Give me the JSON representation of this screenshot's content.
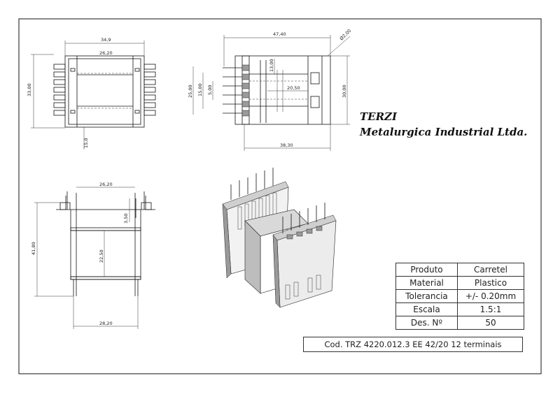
{
  "company": {
    "name": "TERZI",
    "subtitle": "Metalurgica Industrial Ltda."
  },
  "title_block": {
    "rows": [
      {
        "label": "Produto",
        "value": "Carretel"
      },
      {
        "label": "Material",
        "value": "Plastico"
      },
      {
        "label": "Tolerancia",
        "value": "+/-  0.20mm"
      },
      {
        "label": "Escala",
        "value": "1.5:1"
      },
      {
        "label": "Des. Nº",
        "value": "50"
      }
    ],
    "code": "Cod. TRZ 4220.012.3  EE 42/20 12 terminais"
  },
  "dimensions": {
    "top_left": {
      "overall_width": "34,9",
      "inner_width": "26,20",
      "height": "33,00",
      "bottom": "15,0"
    },
    "top_right": {
      "overall_width": "47,40",
      "diameter": "Ø2,00",
      "h25": "25,00",
      "h15": "15,00",
      "h5": "5,00",
      "h13": "13,00",
      "w20": "20,50",
      "h30": "30,00",
      "w38": "38,30"
    },
    "bottom_left": {
      "inner_width": "26,20",
      "pin": "3,50",
      "height": "41,80",
      "inner_height": "22,50",
      "bottom_width": "28,20"
    }
  },
  "colors": {
    "line": "#111111",
    "shade": "#9a9a9a"
  }
}
